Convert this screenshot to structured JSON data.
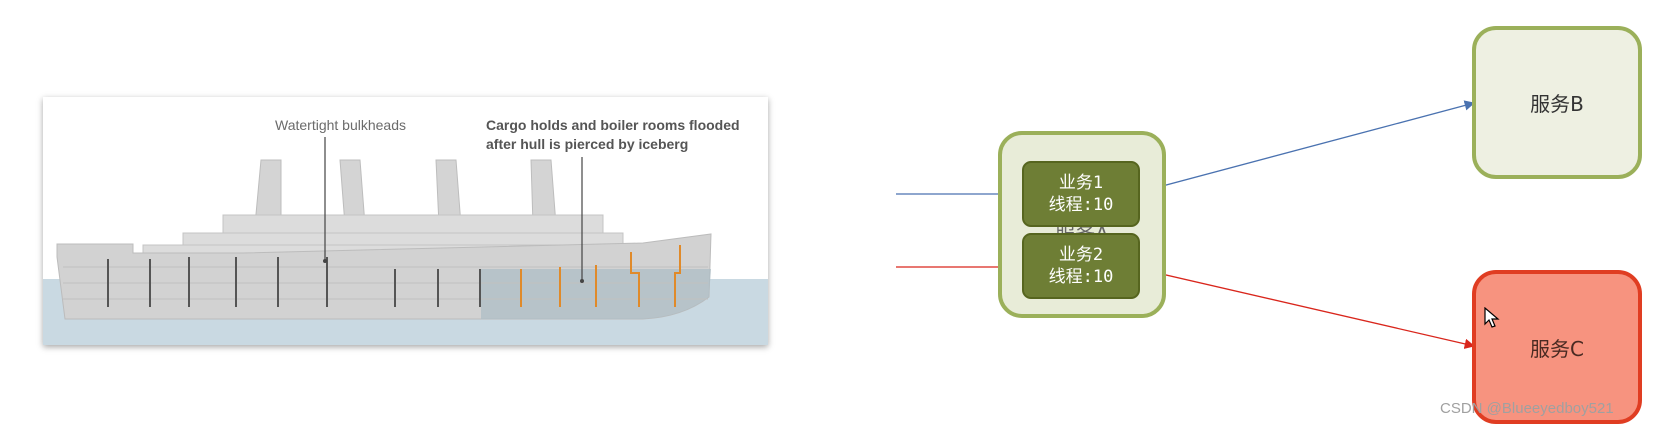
{
  "ship_illustration": {
    "label_bulkheads": "Watertight bulkheads",
    "label_flooded_line1": "Cargo holds and boiler rooms flooded",
    "label_flooded_line2": "after hull is pierced by iceberg",
    "colors": {
      "hull": "#d6d6d6",
      "water": "#c6d7e0",
      "flooded_bulkhead": "#e08a2a",
      "bulkhead": "#555555"
    }
  },
  "diagram": {
    "service_a": {
      "label": "服务A",
      "border_color": "#9bb05a",
      "fill": "#e8ecd8"
    },
    "service_b": {
      "label": "服务B",
      "border_color": "#9bb05a",
      "fill": "#eef0e2"
    },
    "service_c": {
      "label": "服务C",
      "border_color": "#e03d22",
      "fill": "#f7937f"
    },
    "business_1": {
      "line1": "业务1",
      "line2": "线程:10"
    },
    "business_2": {
      "line1": "业务2",
      "line2": "线程:10"
    },
    "arrow_colors": {
      "blue": "#4a72b0",
      "red": "#d9261c"
    }
  },
  "watermark": "CSDN @Blueeyedboy521",
  "cursor_icon": "arrow-cursor-icon"
}
